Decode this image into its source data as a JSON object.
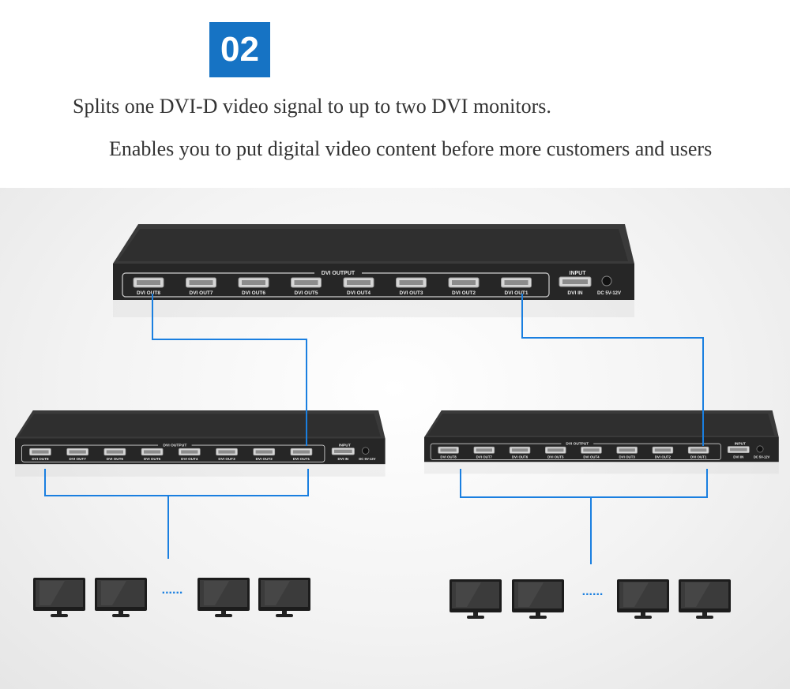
{
  "header": {
    "badge": "02",
    "line1": "Splits one DVI-D video signal to up to two DVI monitors.",
    "line2": "Enables you to put digital video content before more customers and users"
  },
  "device": {
    "output_group_label": "DVI OUTPUT",
    "ports": [
      "DVI OUT8",
      "DVI OUT7",
      "DVI OUT6",
      "DVI OUT5",
      "DVI OUT4",
      "DVI OUT3",
      "DVI OUT2",
      "DVI OUT1"
    ],
    "input_label": "INPUT",
    "input_port": "DVI IN",
    "power_label": "DC 5V-12V"
  },
  "monitors": {
    "ellipsis": "......"
  },
  "colors": {
    "badge": "#1673c4",
    "cable": "#1a7fe0",
    "device": "#262626"
  }
}
